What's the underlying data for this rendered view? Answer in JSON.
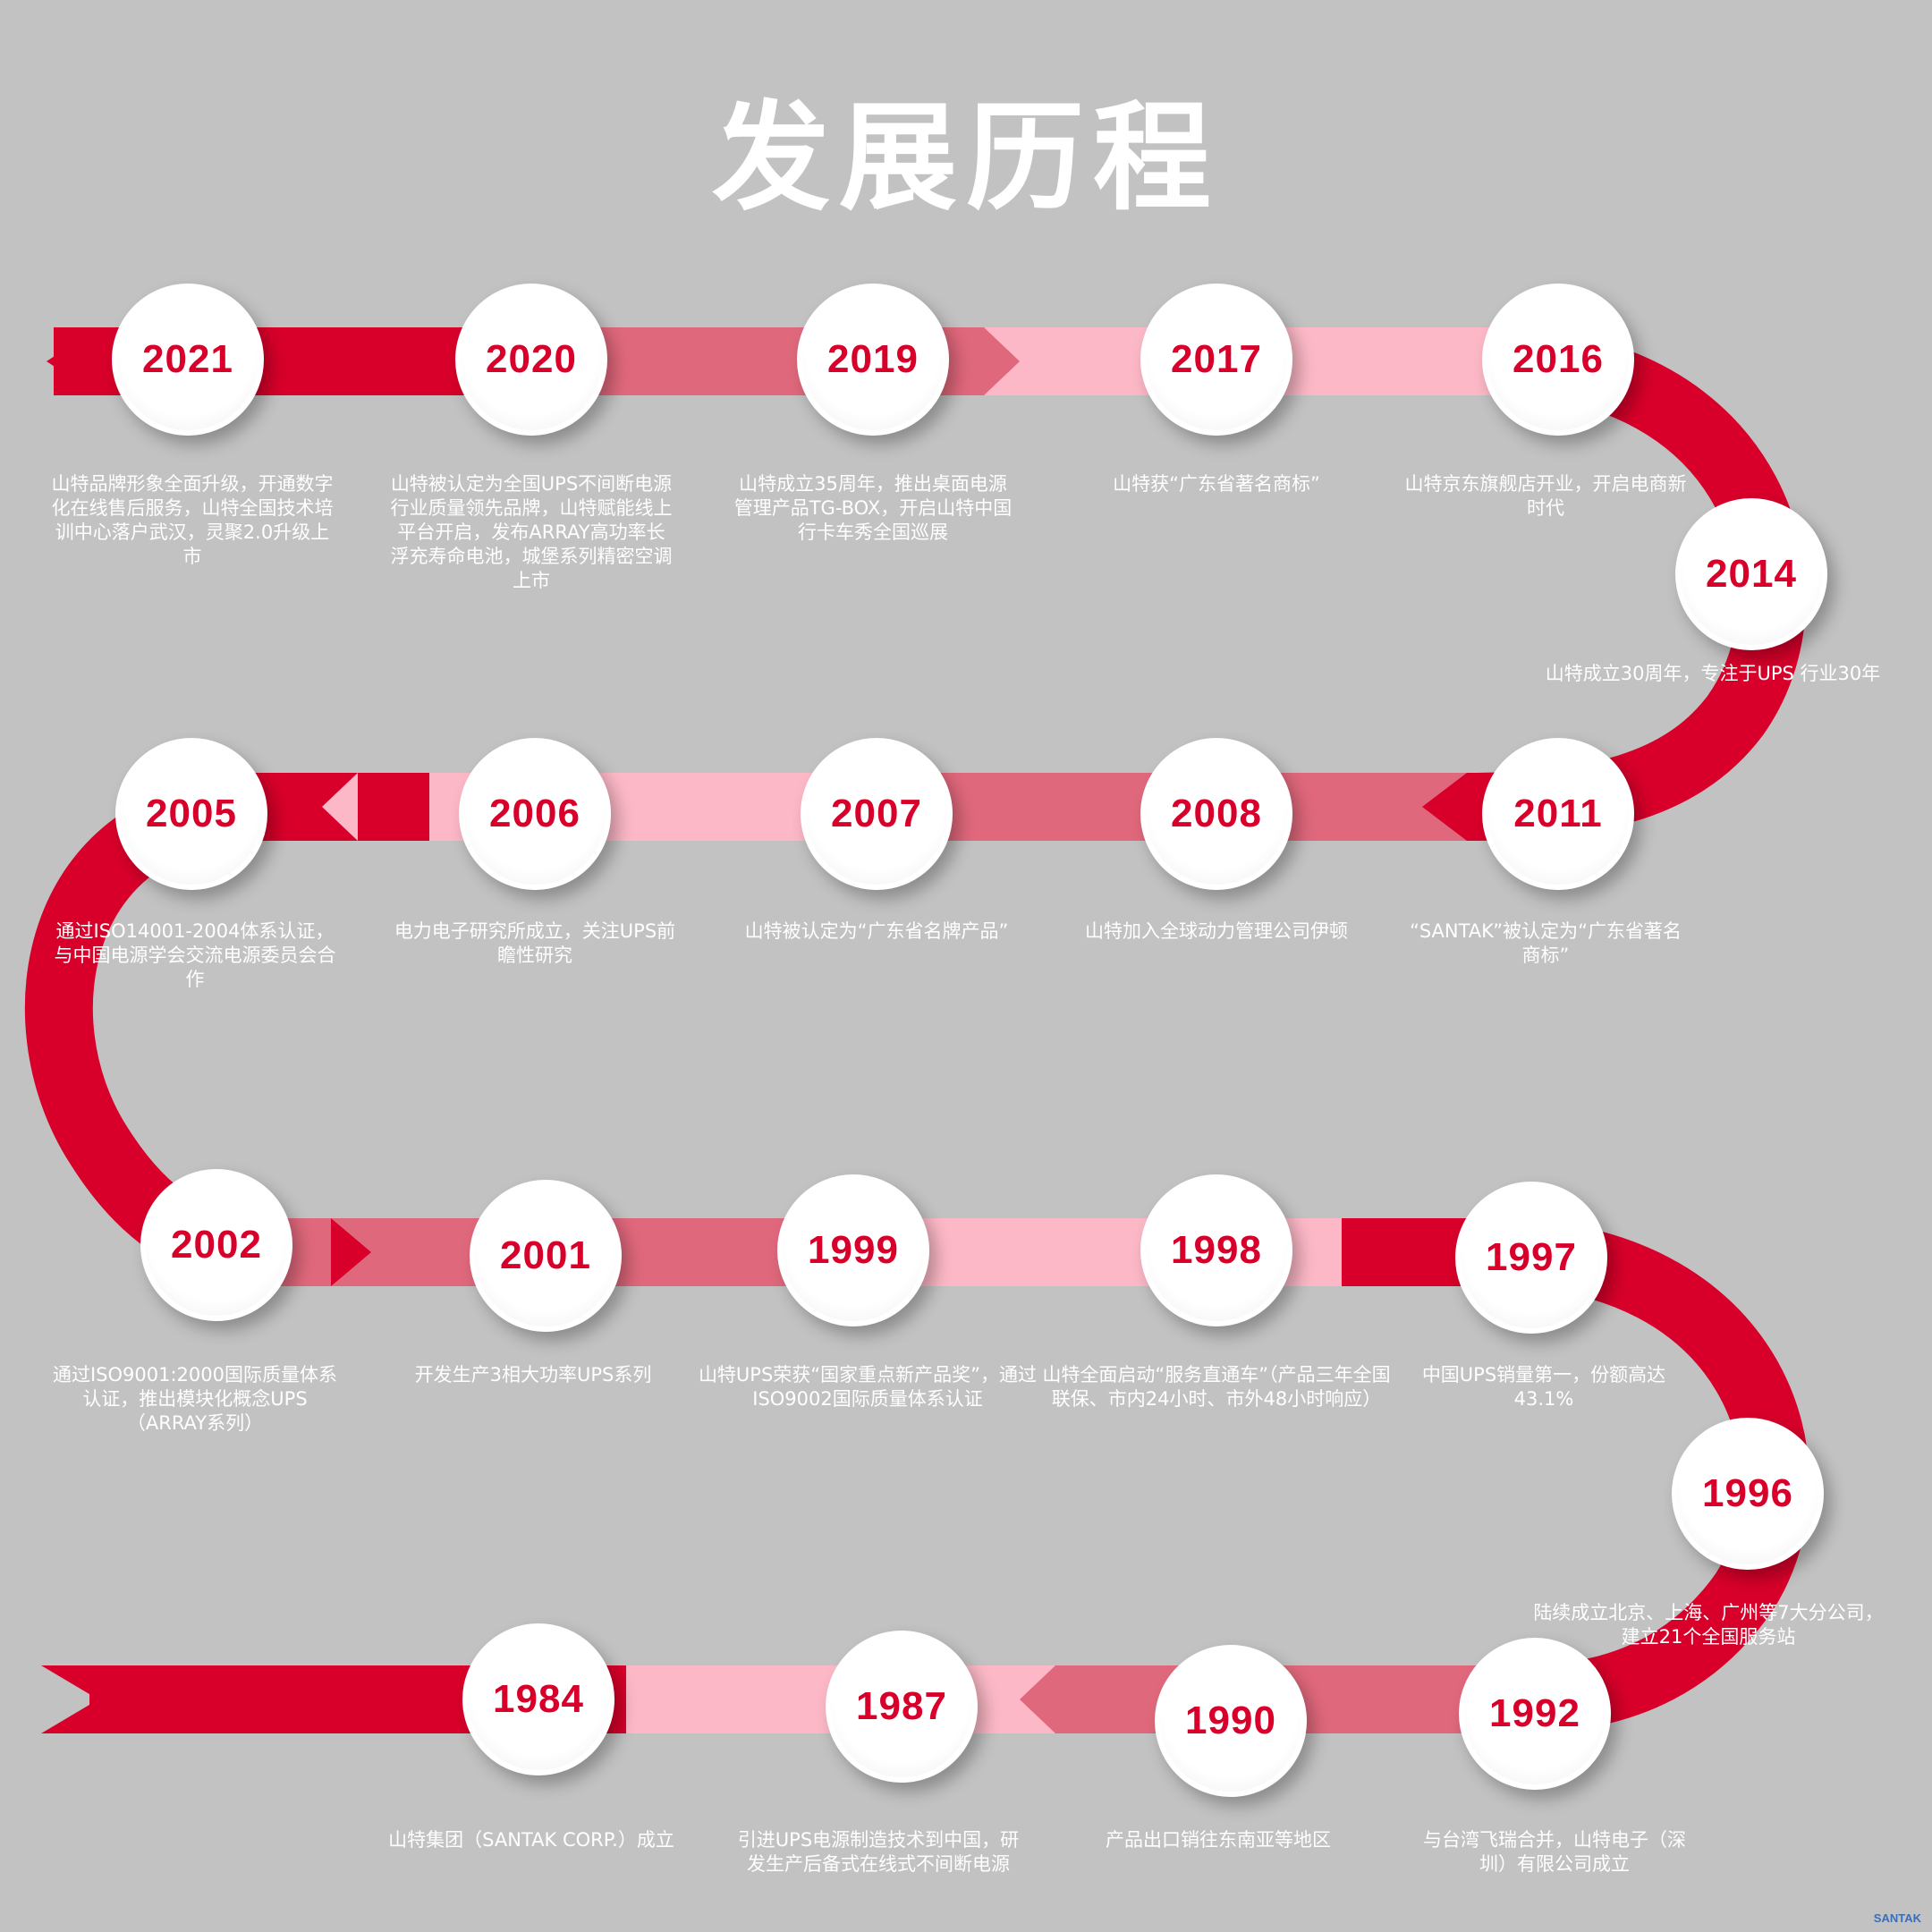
{
  "title": "发展历程",
  "colors": {
    "background": "#c2c2c2",
    "accent_red": "#d8002a",
    "mid_pink": "#e0687c",
    "light_pink": "#fcb8c6"
  },
  "milestones": [
    {
      "year": "2021",
      "text": "山特品牌形象全面升级，开通数字化在线售后服务，山特全国技术培训中心落户武汉，灵聚2.0升级上市"
    },
    {
      "year": "2020",
      "text": "山特被认定为全国UPS不间断电源行业质量领先品牌，山特赋能线上平台开启，发布ARRAY高功率长浮充寿命电池，城堡系列精密空调上市"
    },
    {
      "year": "2019",
      "text": "山特成立35周年，推出桌面电源管理产品TG-BOX，开启山特中国行卡车秀全国巡展"
    },
    {
      "year": "2017",
      "text": "山特获“广东省著名商标”"
    },
    {
      "year": "2016",
      "text": "山特京东旗舰店开业，开启电商新时代"
    },
    {
      "year": "2014",
      "text": "山特成立30周年，专注于UPS 行业30年"
    },
    {
      "year": "2011",
      "text": "“SANTAK”被认定为“广东省著名商标”"
    },
    {
      "year": "2008",
      "text": "山特加入全球动力管理公司伊顿"
    },
    {
      "year": "2007",
      "text": "山特被认定为“广东省名牌产品”"
    },
    {
      "year": "2006",
      "text": "电力电子研究所成立，关注UPS前瞻性研究"
    },
    {
      "year": "2005",
      "text": "通过ISO14001-2004体系认证，与中国电源学会交流电源委员会合作"
    },
    {
      "year": "2002",
      "text": "通过ISO9001:2000国际质量体系认证，推出模块化概念UPS（ARRAY系列）"
    },
    {
      "year": "2001",
      "text": "开发生产3相大功率UPS系列"
    },
    {
      "year": "1999",
      "text": "山特UPS荣获“国家重点新产品奖”，通过ISO9002国际质量体系认证"
    },
    {
      "year": "1998",
      "text": "山特全面启动“服务直通车”（产品三年全国联保、市内24小时、市外48小时响应）"
    },
    {
      "year": "1997",
      "text": "中国UPS销量第一，份额高达43.1%"
    },
    {
      "year": "1996",
      "text": "陆续成立北京、上海、广州等7大分公司，建立21个全国服务站"
    },
    {
      "year": "1992",
      "text": "与台湾飞瑞合并，山特电子（深圳）有限公司成立"
    },
    {
      "year": "1990",
      "text": "产品出口销往东南亚等地区"
    },
    {
      "year": "1987",
      "text": "引进UPS电源制造技术到中国，研发生产后备式在线式不间断电源"
    },
    {
      "year": "1984",
      "text": "山特集团（SANTAK CORP.）成立"
    }
  ],
  "logo": "SANTAK"
}
